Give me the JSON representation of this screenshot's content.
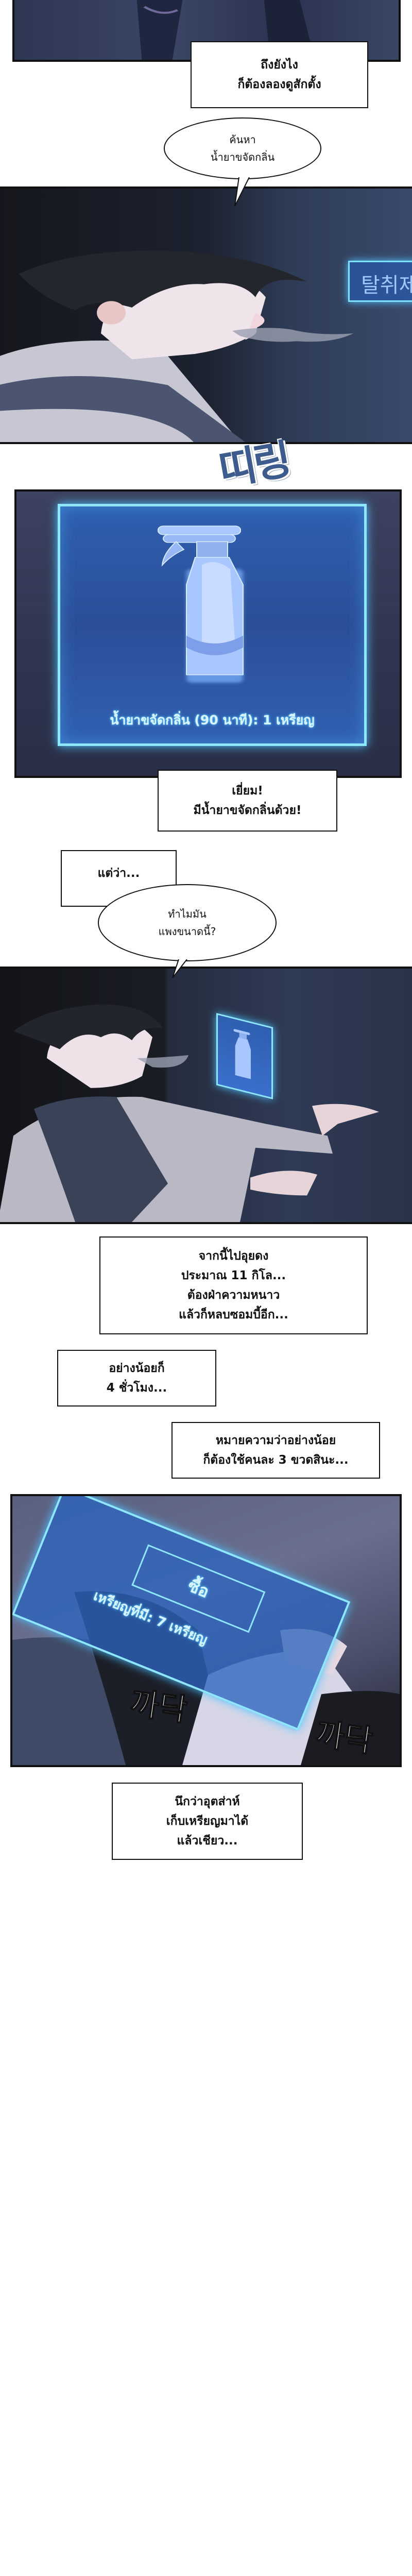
{
  "captions": {
    "c1": [
      "ถึงยังไง",
      "ก็ต้องลองดูสักตั้ง"
    ],
    "c2": [
      "เยี่ยม!",
      "มีน้ำยาขจัดกลิ่นด้วย!"
    ],
    "c3": [
      "แต่ว่า..."
    ],
    "c4": [
      "จากนี้ไปอุยดง",
      "ประมาณ 11 กิโล...",
      "ต้องฝ่าความหนาว",
      "แล้วก็หลบซอมบี้อีก..."
    ],
    "c5": [
      "อย่างน้อยก็",
      "4 ชั่วโมง..."
    ],
    "c6": [
      "หมายความว่าอย่างน้อย",
      "ก็ต้องใช้คนละ 3 ขวดสินะ..."
    ],
    "c7": [
      "นึกว่าอุตส่าห์",
      "เก็บเหรียญมาได้",
      "แล้วเชียว..."
    ]
  },
  "bubbles": {
    "b1": [
      "ค้นหา",
      "น้ำยาขจัดกลิ่น"
    ],
    "b2": [
      "ทำไมมัน",
      "แพงขนาดนี้?"
    ]
  },
  "sign_text": "탈취제",
  "sfx": {
    "ding": "띠링",
    "shake1": "까닥",
    "shake2": "까닥"
  },
  "shop_item": {
    "label": "น้ำยาขจัดกลิ่น (90 นาที): 1 เหรียญ"
  },
  "purchase": {
    "buy_label": "ซื้อ",
    "coins_label": "เหรียญที่มี: 7 เหรียญ"
  },
  "colors": {
    "holo": "#4fc3ff",
    "night_bg": "#2b3550",
    "sfx_blue": "#3d5b8c"
  }
}
